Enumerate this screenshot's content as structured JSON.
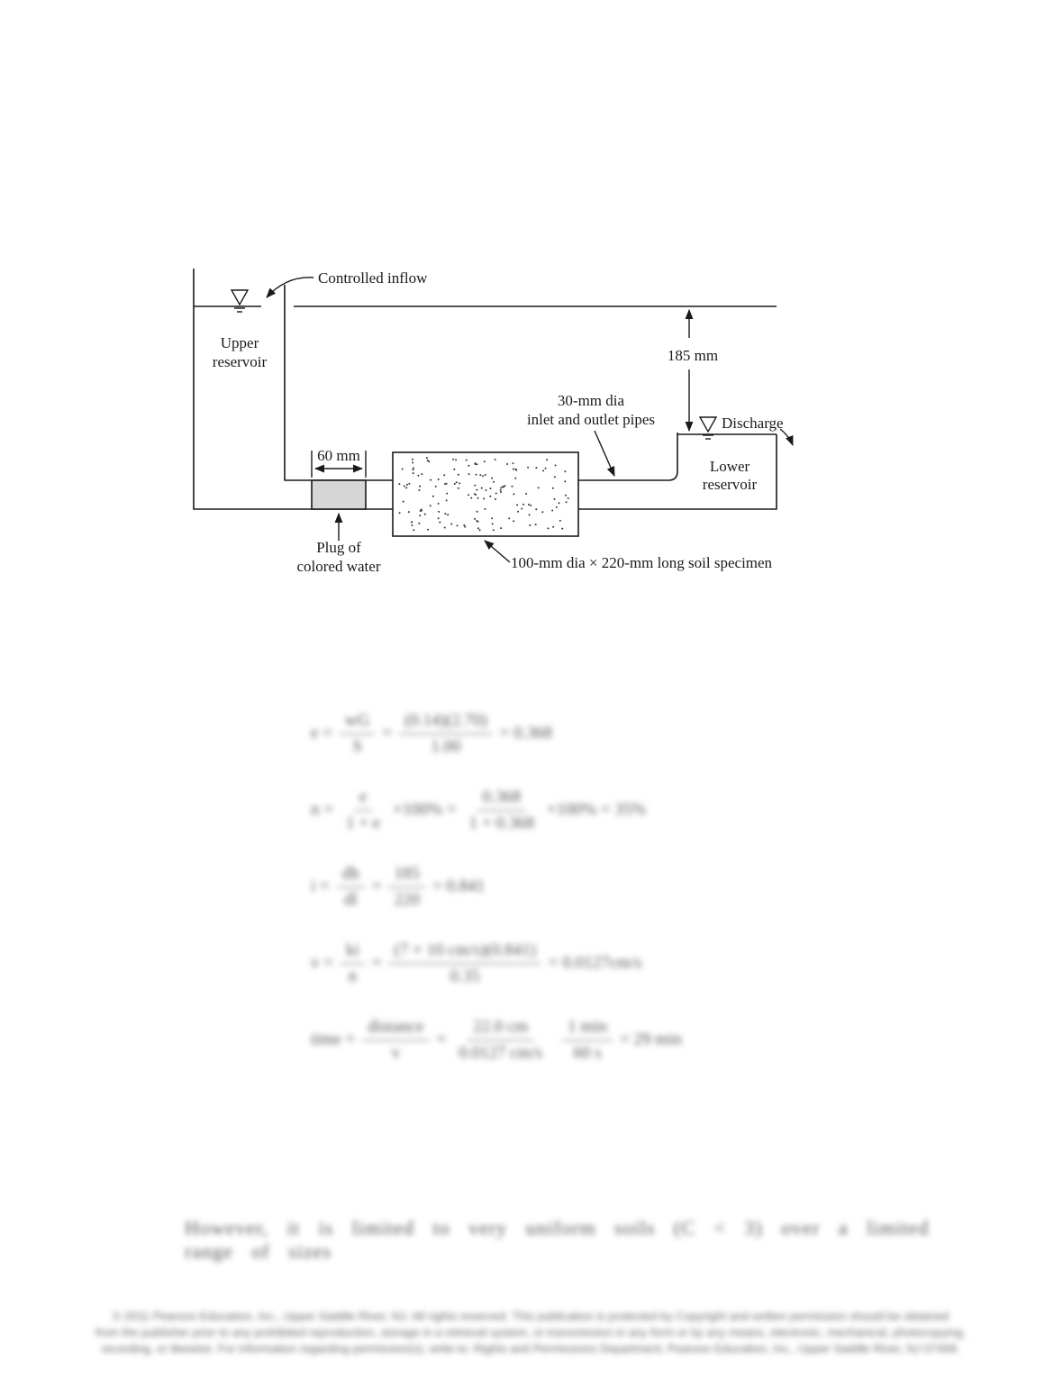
{
  "diagram": {
    "labels": {
      "controlled_inflow": "Controlled inflow",
      "upper_reservoir_line1": "Upper",
      "upper_reservoir_line2": "reservoir",
      "head_difference": "185 mm",
      "pipe_line1": "30-mm dia",
      "pipe_line2": "inlet and outlet pipes",
      "discharge": "Discharge",
      "lower_reservoir_line1": "Lower",
      "lower_reservoir_line2": "reservoir",
      "plug_length": "60 mm",
      "plug_line1": "Plug of",
      "plug_line2": "colored water",
      "specimen": "100-mm dia × 220-mm long soil specimen"
    },
    "colors": {
      "line": "#1a1a1a",
      "plug_fill": "#d6d6d6"
    }
  },
  "equations": [
    {
      "lhs": "e =",
      "num": "wG",
      "den": "S",
      "num2": "(0.14)(2.70)",
      "den2": "1.00",
      "rhs": "= 0.368"
    },
    {
      "lhs": "n =",
      "num": "e",
      "den": "1 + e",
      "mid": "×100% =",
      "num2": "0.368",
      "den2": "1 + 0.368",
      "rhs": "×100% = 35%"
    },
    {
      "lhs": "i =",
      "num": "dh",
      "den": "dl",
      "num2": "185",
      "den2": "220",
      "rhs": "= 0.841"
    },
    {
      "lhs": "v =",
      "num": "ki",
      "den": "n",
      "num2": "(7 × 10 cm/s)(0.841)",
      "den2": "0.35",
      "rhs": "= 0.0127cm/s"
    },
    {
      "lhs": "time =",
      "num": "distance",
      "den": "v",
      "num2": "22.0 cm",
      "den2": "0.0127 cm/s",
      "num3": "1 min",
      "den3": "60 s",
      "rhs": "= 29 min"
    }
  ],
  "note_line": "However, it is limited to very uniform soils (C < 3) over a limited range of sizes",
  "copyright": [
    "© 2011 Pearson Education, Inc., Upper Saddle River, NJ. All rights reserved. This publication is protected by Copyright and written permission should be obtained",
    "from the publisher prior to any prohibited reproduction, storage in a retrieval system, or transmission in any form or by any means, electronic, mechanical, photocopying,",
    "recording, or likewise. For information regarding permission(s), write to: Rights and Permissions Department, Pearson Education, Inc., Upper Saddle River, NJ 07458."
  ]
}
